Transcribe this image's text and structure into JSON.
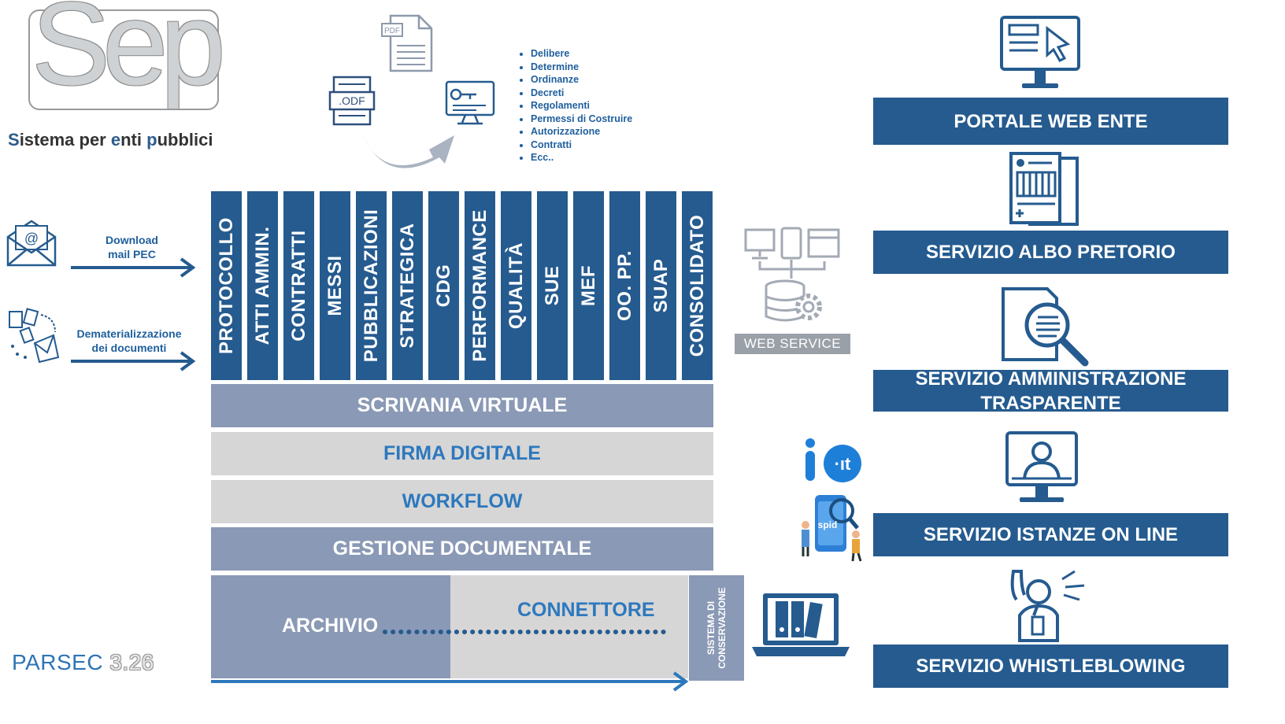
{
  "logo": {
    "word": "Sep",
    "subtitle_parts": [
      "S",
      "istema per ",
      "e",
      "nti ",
      "p",
      "ubblici"
    ]
  },
  "top_docs": {
    "pdf_label": "PDF",
    "odf_label": ".ODF",
    "items": [
      "Delibere",
      "Determine",
      "Ordinanze",
      "Decreti",
      "Regolamenti",
      "Permessi di Costruire",
      "Autorizzazione",
      "Contratti",
      "Ecc.."
    ]
  },
  "inputs": {
    "download": [
      "Download",
      "mail PEC"
    ],
    "demat": [
      "Dematerializzazione",
      "dei documenti"
    ]
  },
  "modules": [
    "PROTOCOLLO",
    "ATTI AMMIN.",
    "CONTRATTI",
    "MESSI",
    "PUBBLICAZIONI",
    "STRATEGICA",
    "CDG",
    "PERFORMANCE",
    "QUALITÀ",
    "SUE",
    "MEF",
    "OO. PP.",
    "SUAP",
    "CONSOLIDATO"
  ],
  "layers": [
    "SCRIVANIA VIRTUALE",
    "FIRMA DIGITALE",
    "WORKFLOW",
    "GESTIONE DOCUMENTALE"
  ],
  "bottom": {
    "archivio": "ARCHIVIO",
    "connettore": "CONNETTORE",
    "conservazione": [
      "SISTEMA DI",
      "CONSERVAZIONE"
    ]
  },
  "web_service": "WEB SERVICE",
  "io_badge": "·ıt",
  "spid_badge": "spid",
  "services": [
    "PORTALE WEB ENTE",
    "SERVIZIO ALBO PRETORIO",
    "SERVIZIO AMMINISTRAZIONE TRASPARENTE",
    "SERVIZIO ISTANZE ON LINE",
    "SERVIZIO WHISTLEBLOWING"
  ],
  "parsec": {
    "name": "PARSEC",
    "version": "3.26"
  },
  "colors": {
    "primary": "#255b8f",
    "layer_dark": "#8a99b5",
    "layer_light": "#d6d6d6",
    "accent_text": "#2d78bd"
  }
}
